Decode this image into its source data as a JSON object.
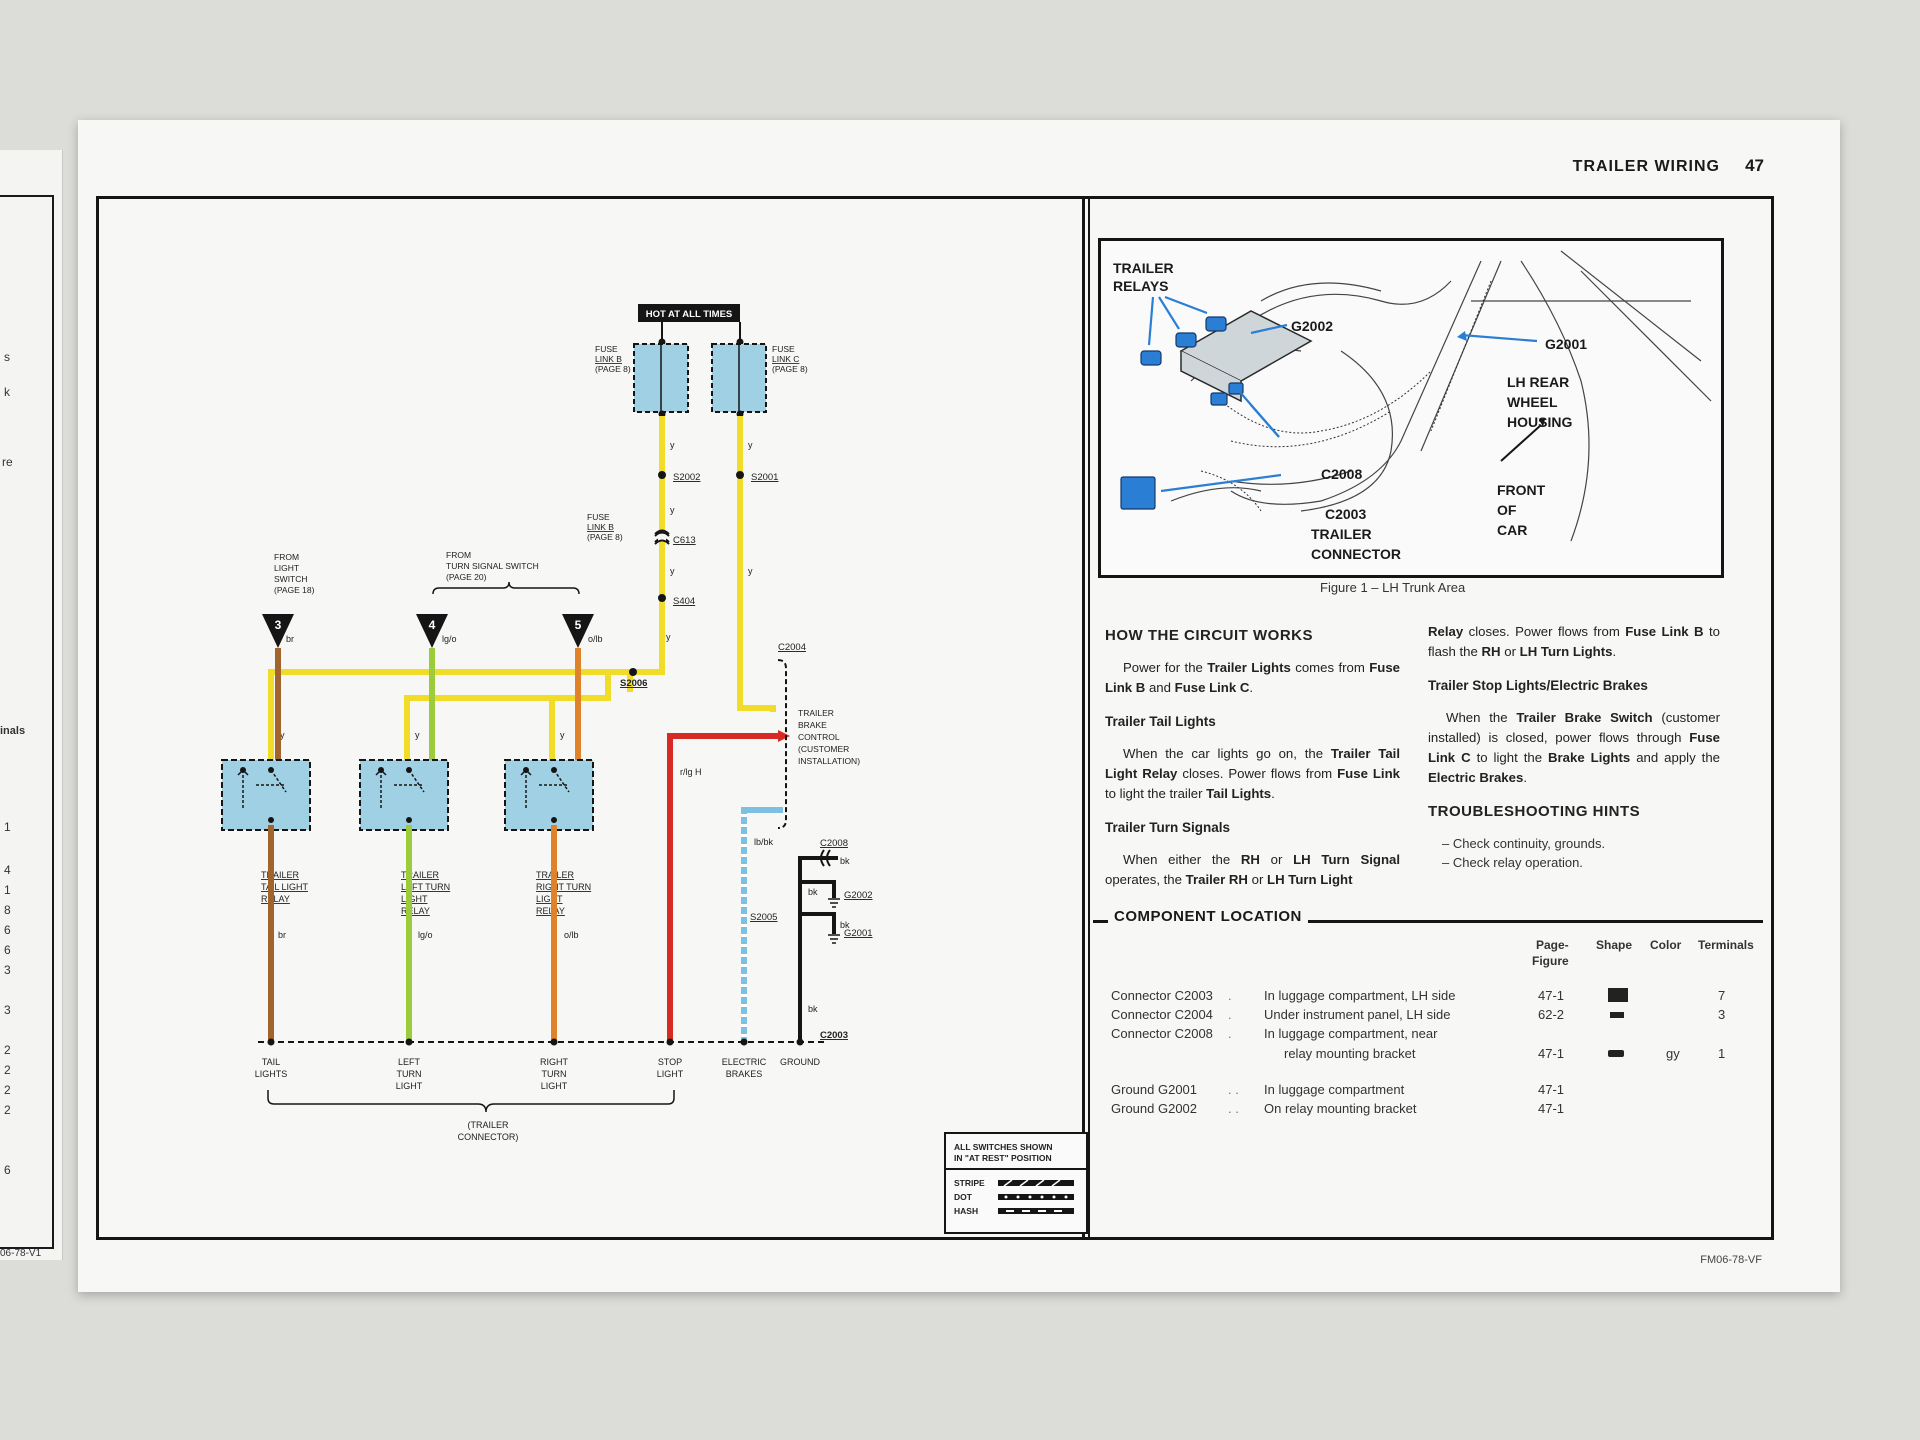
{
  "header": {
    "title": "TRAILER WIRING",
    "page_number": "47"
  },
  "footer": {
    "code": "FM06-78-VF",
    "left_code": "06-78-V1"
  },
  "left_page": {
    "label_top_1": "s",
    "label_top_2": "k",
    "label_top_3": "re",
    "column_label": "inals",
    "numbers": [
      "1",
      "4",
      "1",
      "8",
      "6",
      "6",
      "3",
      "3",
      "2",
      "2",
      "2",
      "2",
      "6"
    ]
  },
  "diagram": {
    "hot_label": "HOT AT ALL TIMES",
    "fuse_b": [
      "FUSE",
      "LINK B",
      "(PAGE 8)"
    ],
    "fuse_c": [
      "FUSE",
      "LINK C",
      "(PAGE 8)"
    ],
    "fuse_b2": [
      "FUSE",
      "LINK B",
      "(PAGE 8)"
    ],
    "from_light": [
      "FROM",
      "LIGHT",
      "SWITCH",
      "(PAGE 18)"
    ],
    "from_turn": [
      "FROM",
      "TURN SIGNAL SWITCH",
      "(PAGE 20)"
    ],
    "markers": [
      "3",
      "4",
      "5"
    ],
    "splices": {
      "s2002": "S2002",
      "s2001": "S2001",
      "c613": "C613",
      "s404": "S404",
      "s2006": "S2006",
      "s2005": "S2005"
    },
    "connectors": {
      "c2004": "C2004",
      "c2008": "C2008",
      "c2003": "C2003",
      "g2002": "G2002",
      "g2001": "G2001"
    },
    "wire_labels": {
      "y": "y",
      "br": "br",
      "lgo": "lg/o",
      "olb": "o/lb",
      "rlgh": "r/lg H",
      "lbbk": "lb/bk",
      "bk": "bk"
    },
    "brake_control": [
      "TRAILER",
      "BRAKE",
      "CONTROL",
      "(CUSTOMER",
      "INSTALLATION)"
    ],
    "relay_tail": [
      "TRAILER",
      "TAIL LIGHT",
      "RELAY"
    ],
    "relay_left": [
      "TRAILER",
      "LEFT TURN",
      "LIGHT",
      "RELAY"
    ],
    "relay_right": [
      "TRAILER",
      "RIGHT TURN",
      "LIGHT",
      "RELAY"
    ],
    "bottom_labels": {
      "tail": [
        "TAIL",
        "LIGHTS"
      ],
      "left": [
        "LEFT",
        "TURN",
        "LIGHT"
      ],
      "right": [
        "RIGHT",
        "TURN",
        "LIGHT"
      ],
      "stop": [
        "STOP",
        "LIGHT"
      ],
      "brakes": [
        "ELECTRIC",
        "BRAKES"
      ],
      "ground": [
        "GROUND"
      ]
    },
    "trailer_connector": [
      "(TRAILER",
      "CONNECTOR)"
    ],
    "legend": {
      "title_1": "ALL SWITCHES SHOWN",
      "title_2": "IN \"AT REST\" POSITION",
      "stripe": "STRIPE",
      "dot": "DOT",
      "hash": "HASH"
    },
    "wire_colors": {
      "yellow": "#f2dc2a",
      "brown": "#a0642c",
      "lightgreen": "#9ccc3c",
      "orange": "#e0822a",
      "red": "#d82a24",
      "lightblue": "#7ec0e2",
      "black": "#151515",
      "relay_fill": "#9fd0e4"
    }
  },
  "figure": {
    "labels": {
      "relays": [
        "TRAILER",
        "RELAYS"
      ],
      "g2002": "G2002",
      "g2001": "G2001",
      "housing": [
        "LH REAR",
        "WHEEL",
        "HOUSING"
      ],
      "c2008": "C2008",
      "c2003": [
        "C2003",
        "TRAILER",
        "CONNECTOR"
      ],
      "front": [
        "FRONT",
        "OF",
        "CAR"
      ]
    },
    "caption": "Figure 1 – LH Trunk Area",
    "highlight_color": "#2a7fd4"
  },
  "circuit": {
    "title": "HOW THE CIRCUIT WORKS",
    "intro_1": "Power for the ",
    "intro_b1": "Trailer Lights",
    "intro_2": " comes from ",
    "intro_b2": "Fuse Link B",
    "intro_3": " and ",
    "intro_b3": "Fuse Link C",
    "intro_4": ".",
    "tail_title": "Trailer Tail Lights",
    "tail_1": "When the car lights go on, the ",
    "tail_b1": "Trailer Tail Light Relay",
    "tail_2": " closes.  Power flows from ",
    "tail_b2": "Fuse Link",
    "tail_3": " to light the trailer ",
    "tail_b3": "Tail Lights",
    "tail_4": ".",
    "turn_title": "Trailer Turn Signals",
    "turn_1": "When either the ",
    "turn_b1": "RH",
    "turn_2": " or ",
    "turn_b2": "LH Turn Signal",
    "turn_3": " operates, the ",
    "turn_b3": "Trailer RH",
    "turn_4": " or ",
    "turn_b4": "LH Turn Light",
    "cont_b1": "Relay",
    "cont_1": " closes.  Power flows from ",
    "cont_b2": "Fuse Link B",
    "cont_2": " to flash the ",
    "cont_b3": "RH",
    "cont_3": " or ",
    "cont_b4": "LH Turn Lights",
    "cont_4": ".",
    "stop_title": "Trailer Stop Lights/Electric Brakes",
    "stop_1": "When the ",
    "stop_b1": "Trailer Brake Switch",
    "stop_2": " (customer installed) is closed, power flows through ",
    "stop_b2": "Fuse Link C",
    "stop_3": " to light the ",
    "stop_b3": "Brake Lights",
    "stop_4": " and apply the ",
    "stop_b4": "Electric Brakes",
    "stop_5": ".",
    "hints_title": "TROUBLESHOOTING HINTS",
    "hints": [
      "– Check continuity, grounds.",
      "– Check relay operation."
    ]
  },
  "components": {
    "title": "COMPONENT LOCATION",
    "headers": {
      "page": "Page-",
      "figure": "Figure",
      "shape": "Shape",
      "color": "Color",
      "terminals": "Terminals"
    },
    "rows": [
      {
        "name": "Connector C2003",
        "location": "In luggage compartment, LH side",
        "page_figure": "47-1",
        "color": "",
        "terminals": "7"
      },
      {
        "name": "Connector C2004",
        "location": "Under instrument panel, LH side",
        "page_figure": "62-2",
        "color": "",
        "terminals": "3"
      },
      {
        "name": "Connector C2008",
        "location": "In luggage compartment, near",
        "location_2": "relay mounting bracket",
        "page_figure": "47-1",
        "color": "gy",
        "terminals": "1"
      },
      {
        "name": "Ground G2001",
        "location": "In luggage compartment",
        "page_figure": "47-1",
        "color": "",
        "terminals": ""
      },
      {
        "name": "Ground G2002",
        "location": "On relay mounting bracket",
        "page_figure": "47-1",
        "color": "",
        "terminals": ""
      }
    ]
  }
}
